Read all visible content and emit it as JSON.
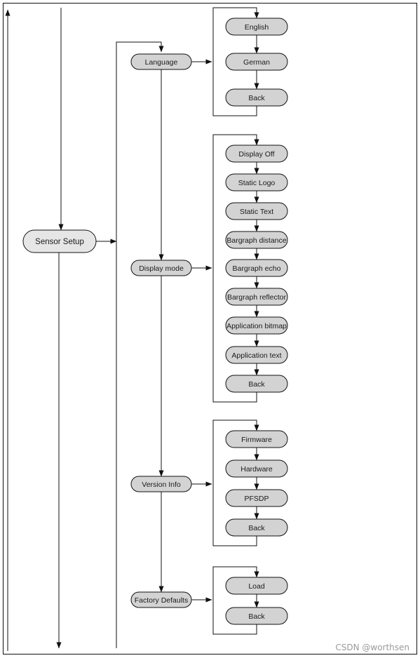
{
  "diagram": {
    "root": {
      "label": "Sensor Setup"
    },
    "groups": [
      {
        "id": "language",
        "label": "Language",
        "items": [
          "English",
          "German",
          "Back"
        ]
      },
      {
        "id": "display-mode",
        "label": "Display mode",
        "items": [
          "Display Off",
          "Static Logo",
          "Static Text",
          "Bargraph distance",
          "Bargraph echo",
          "Bargraph reflector",
          "Application bitmap",
          "Application text",
          "Back"
        ]
      },
      {
        "id": "version-info",
        "label": "Version Info",
        "items": [
          "Firmware",
          "Hardware",
          "PFSDP",
          "Back"
        ]
      },
      {
        "id": "factory-defaults",
        "label": "Factory Defaults",
        "items": [
          "Load",
          "Back"
        ]
      }
    ]
  },
  "watermark": "CSDN @worthsen",
  "colors": {
    "node_fill": "#d3d3d3",
    "root_fill": "#e6e6e6",
    "line": "#111111"
  }
}
